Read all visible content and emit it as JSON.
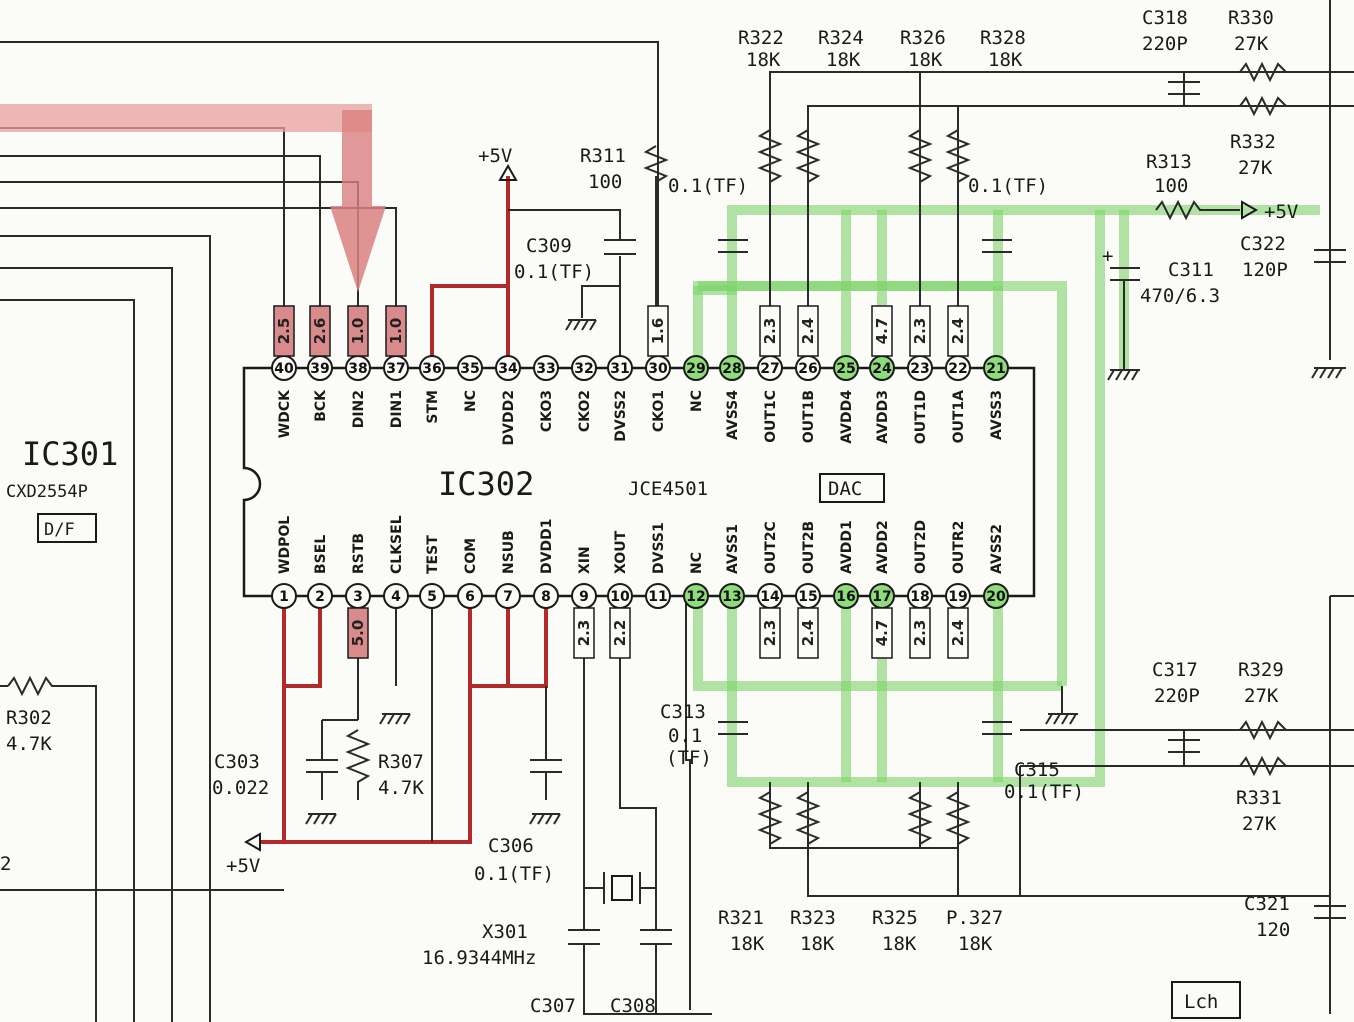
{
  "ic302": {
    "ref": "IC302",
    "part": "JCE4501",
    "block": "DAC",
    "top_pins": [
      {
        "num": "40",
        "name": "WDCK",
        "volt": "2.5"
      },
      {
        "num": "39",
        "name": "BCK",
        "volt": "2.6"
      },
      {
        "num": "38",
        "name": "DIN2",
        "volt": "1.0"
      },
      {
        "num": "37",
        "name": "DIN1",
        "volt": "1.0"
      },
      {
        "num": "36",
        "name": "STM",
        "volt": ""
      },
      {
        "num": "35",
        "name": "NC",
        "volt": ""
      },
      {
        "num": "34",
        "name": "DVDD2",
        "volt": ""
      },
      {
        "num": "33",
        "name": "CKO3",
        "volt": ""
      },
      {
        "num": "32",
        "name": "CKO2",
        "volt": ""
      },
      {
        "num": "31",
        "name": "DVSS2",
        "volt": ""
      },
      {
        "num": "30",
        "name": "CKO1",
        "volt": "1.6"
      },
      {
        "num": "29",
        "name": "NC",
        "volt": ""
      },
      {
        "num": "28",
        "name": "AVSS4",
        "volt": ""
      },
      {
        "num": "27",
        "name": "OUT1C",
        "volt": "2.3"
      },
      {
        "num": "26",
        "name": "OUT1B",
        "volt": "2.4"
      },
      {
        "num": "25",
        "name": "AVDD4",
        "volt": ""
      },
      {
        "num": "24",
        "name": "AVDD3",
        "volt": "4.7"
      },
      {
        "num": "23",
        "name": "OUT1D",
        "volt": "2.3"
      },
      {
        "num": "22",
        "name": "OUT1A",
        "volt": "2.4"
      },
      {
        "num": "21",
        "name": "AVSS3",
        "volt": ""
      }
    ],
    "bottom_pins": [
      {
        "num": "1",
        "name": "WDPOL",
        "volt": ""
      },
      {
        "num": "2",
        "name": "BSEL",
        "volt": ""
      },
      {
        "num": "3",
        "name": "RSTB",
        "volt": "5.0"
      },
      {
        "num": "4",
        "name": "CLKSEL",
        "volt": ""
      },
      {
        "num": "5",
        "name": "TEST",
        "volt": ""
      },
      {
        "num": "6",
        "name": "COM",
        "volt": ""
      },
      {
        "num": "7",
        "name": "NSUB",
        "volt": ""
      },
      {
        "num": "8",
        "name": "DVDD1",
        "volt": ""
      },
      {
        "num": "9",
        "name": "XIN",
        "volt": "2.3"
      },
      {
        "num": "10",
        "name": "XOUT",
        "volt": "2.2"
      },
      {
        "num": "11",
        "name": "DVSS1",
        "volt": ""
      },
      {
        "num": "12",
        "name": "NC",
        "volt": ""
      },
      {
        "num": "13",
        "name": "AVSS1",
        "volt": ""
      },
      {
        "num": "14",
        "name": "OUT2C",
        "volt": "2.3"
      },
      {
        "num": "15",
        "name": "OUT2B",
        "volt": "2.4"
      },
      {
        "num": "16",
        "name": "AVDD1",
        "volt": ""
      },
      {
        "num": "17",
        "name": "AVDD2",
        "volt": "4.7"
      },
      {
        "num": "18",
        "name": "OUT2D",
        "volt": "2.3"
      },
      {
        "num": "19",
        "name": "OUTR2",
        "volt": "2.4"
      },
      {
        "num": "20",
        "name": "AVSS2",
        "volt": ""
      }
    ]
  },
  "ic301": {
    "ref": "IC301",
    "part": "CXD2554P",
    "block": "D/F"
  },
  "components": {
    "r322": {
      "ref": "R322",
      "val": "18K"
    },
    "r324": {
      "ref": "R324",
      "val": "18K"
    },
    "r326": {
      "ref": "R326",
      "val": "18K"
    },
    "r328": {
      "ref": "R328",
      "val": "18K"
    },
    "c318": {
      "ref": "C318",
      "val": "220P"
    },
    "r330": {
      "ref": "R330",
      "val": "27K"
    },
    "r332": {
      "ref": "R332",
      "val": "27K"
    },
    "r311": {
      "ref": "R311",
      "val": "100"
    },
    "r313": {
      "ref": "R313",
      "val": "100"
    },
    "c309": {
      "ref": "C309",
      "val": "0.1(TF)"
    },
    "c322": {
      "ref": "C322",
      "val": ""
    },
    "c311": {
      "ref": "C311",
      "val": "470/6.3"
    },
    "c311b": {
      "ref": "",
      "val": "120P"
    },
    "c_top_l": {
      "val": "0.1(TF)"
    },
    "c_top_r": {
      "val": "0.1(TF)"
    },
    "c313": {
      "ref": "C313",
      "val1": "0.1",
      "val2": "(TF)"
    },
    "c315": {
      "ref": "C315",
      "val": "0.1(TF)"
    },
    "c317": {
      "ref": "C317",
      "val": "220P"
    },
    "r329": {
      "ref": "R329",
      "val": "27K"
    },
    "r331": {
      "ref": "R331",
      "val": "27K"
    },
    "c321": {
      "ref": "C321",
      "val": "120"
    },
    "r321": {
      "ref": "R321",
      "val": "18K"
    },
    "r323": {
      "ref": "R323",
      "val": "18K"
    },
    "r325": {
      "ref": "R325",
      "val": "18K"
    },
    "r327": {
      "ref": "P.327",
      "val": "18K"
    },
    "r302": {
      "ref": "R302",
      "val": "4.7K"
    },
    "c303": {
      "ref": "C303",
      "val": "0.022"
    },
    "r307": {
      "ref": "R307",
      "val": "4.7K"
    },
    "c306": {
      "ref": "C306",
      "val": "0.1(TF)"
    },
    "x301": {
      "ref": "X301",
      "val": "16.9344MHz"
    },
    "c307": {
      "ref": "C307"
    },
    "c308": {
      "ref": "C308"
    }
  },
  "rails": {
    "plus5v_top": "+5V",
    "plus5v_left": "+5V",
    "plus5v_right": "+5V"
  },
  "channel_label": "Lch",
  "edge_fragment": "2",
  "colors": {
    "highlight_red": "#c03030",
    "highlight_green": "#7fd46a",
    "ink": "#1a1a1a"
  }
}
